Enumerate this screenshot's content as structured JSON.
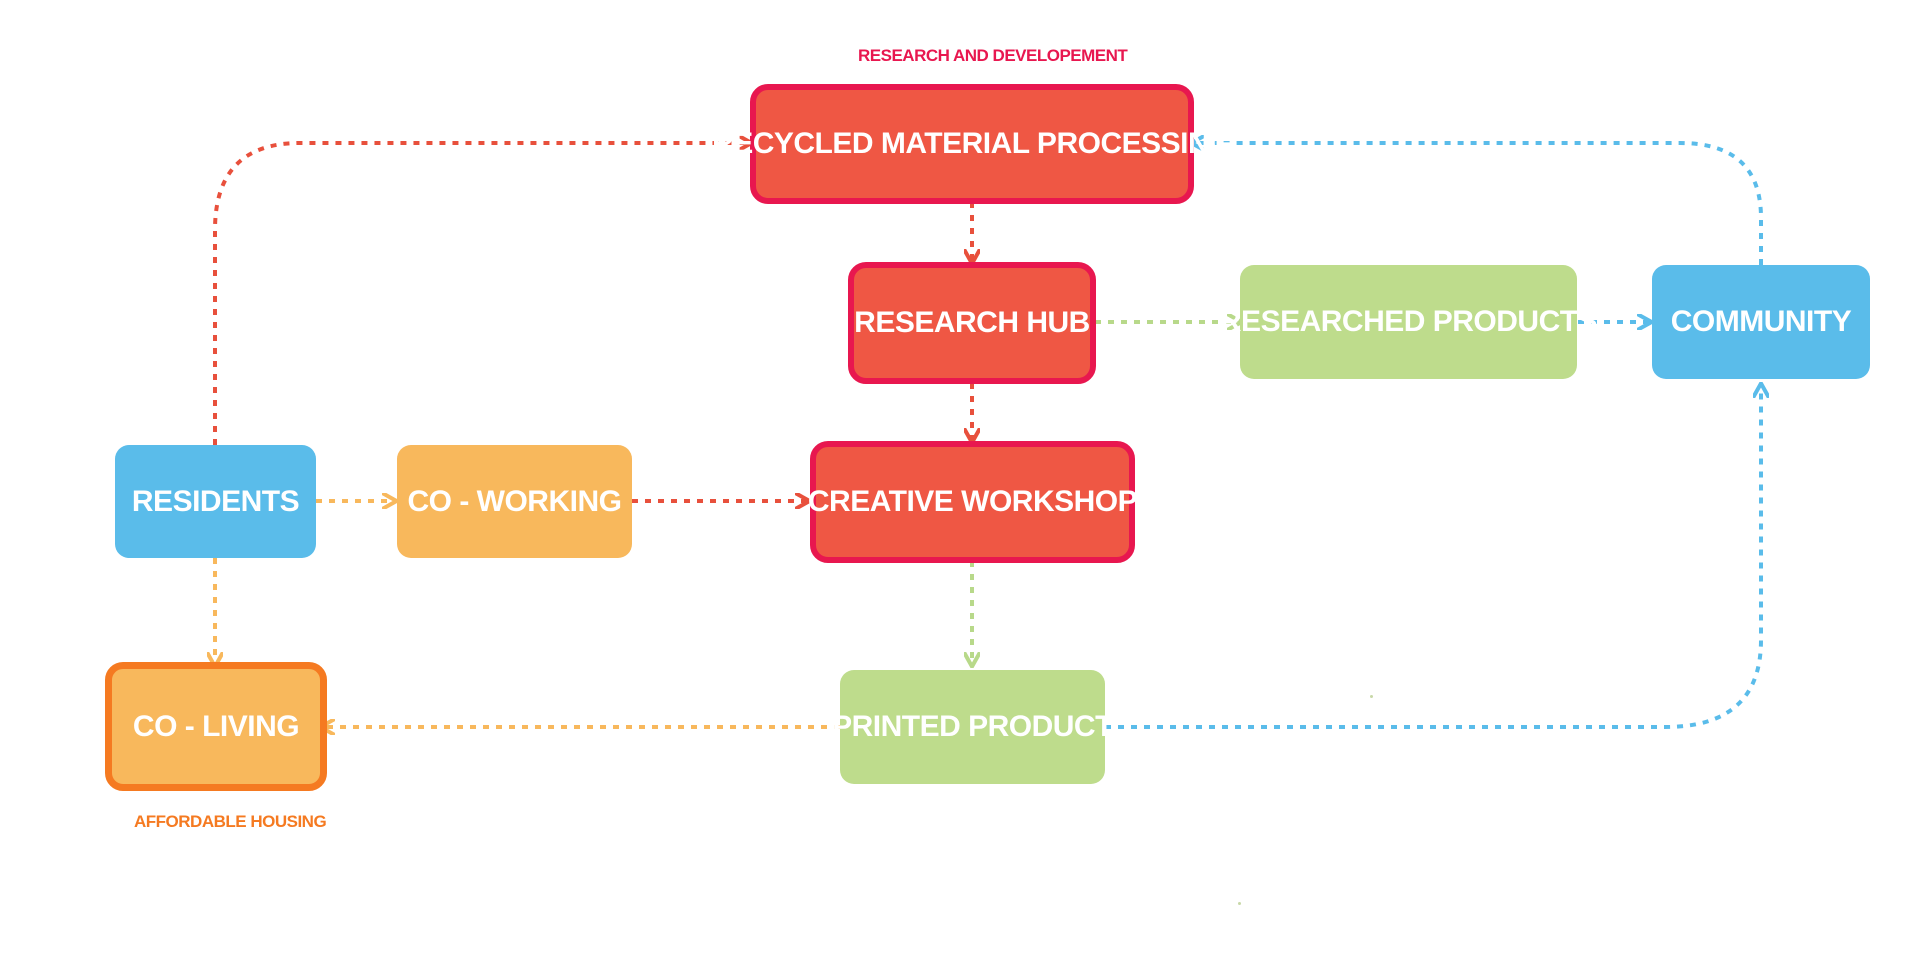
{
  "captions": {
    "rd": "RESEARCH AND DEVELOPEMENT",
    "housing": "AFFORDABLE HOUSING"
  },
  "nodes": {
    "recycled": "RECYCLED MATERIAL PROCESSING",
    "research_hub": "RESEARCH HUB",
    "researched_products": "RESEARCHED PRODUCTS",
    "community": "COMMUNITY",
    "residents": "RESIDENTS",
    "co_working": "CO - WORKING",
    "creative_workshop": "CREATIVE WORKSHOP",
    "co_living": "CO - LIVING",
    "printed_product": "PRINTED PRODUCT"
  },
  "colors": {
    "red_fill": "#ef5744",
    "red_border": "#e8174f",
    "blue": "#5abcea",
    "orange": "#f8b85c",
    "orange_border": "#f57a21",
    "green": "#bedc8c",
    "red_arrow": "#e8503c",
    "blue_arrow": "#5abcea",
    "green_arrow": "#b8d98a",
    "orange_arrow": "#f8b85c"
  },
  "connections": [
    {
      "from": "residents",
      "to": "recycled",
      "color": "red"
    },
    {
      "from": "recycled",
      "to": "research_hub",
      "color": "red"
    },
    {
      "from": "research_hub",
      "to": "creative_workshop",
      "color": "red"
    },
    {
      "from": "research_hub",
      "to": "researched_products",
      "color": "green"
    },
    {
      "from": "researched_products",
      "to": "community",
      "color": "blue"
    },
    {
      "from": "community",
      "to": "recycled",
      "color": "blue"
    },
    {
      "from": "residents",
      "to": "co_working",
      "color": "orange"
    },
    {
      "from": "co_working",
      "to": "creative_workshop",
      "color": "red"
    },
    {
      "from": "residents",
      "to": "co_living",
      "color": "orange"
    },
    {
      "from": "creative_workshop",
      "to": "printed_product",
      "color": "green"
    },
    {
      "from": "printed_product",
      "to": "co_living",
      "color": "orange"
    },
    {
      "from": "printed_product",
      "to": "community",
      "color": "blue"
    }
  ]
}
